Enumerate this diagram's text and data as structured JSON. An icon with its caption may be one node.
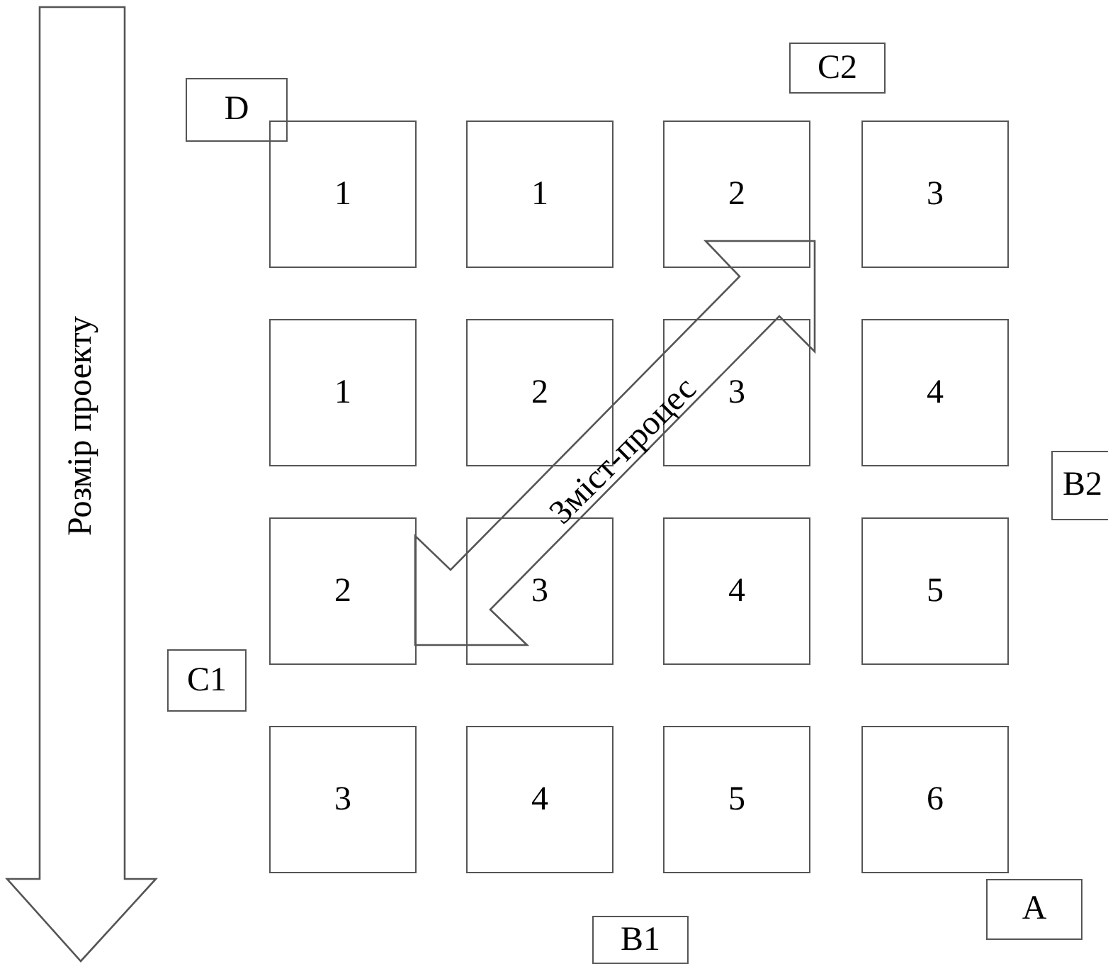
{
  "diagram": {
    "nodes": [
      {
        "text": [
          "C2"
        ]
      },
      {
        "text": [
          "D"
        ]
      },
      {
        "text": [
          "1"
        ]
      },
      {
        "text": [
          "1"
        ]
      },
      {
        "text": [
          "2"
        ]
      },
      {
        "text": [
          "3"
        ]
      },
      {
        "text": [
          "1"
        ]
      },
      {
        "text": [
          "2"
        ]
      },
      {
        "text": [
          "3"
        ]
      },
      {
        "text": [
          "4"
        ]
      },
      {
        "text": [
          "B2"
        ]
      },
      {
        "text": [
          "2"
        ]
      },
      {
        "text": [
          "3"
        ]
      },
      {
        "text": [
          "4"
        ]
      },
      {
        "text": [
          "5"
        ]
      },
      {
        "text": [
          "C1"
        ]
      },
      {
        "text": [
          "3"
        ]
      },
      {
        "text": [
          "4"
        ]
      },
      {
        "text": [
          "5"
        ]
      },
      {
        "text": [
          "6"
        ]
      },
      {
        "text": [
          "A"
        ]
      },
      {
        "text": [
          "B1"
        ]
      }
    ],
    "labels": [
      "Розмір проекту",
      "Зміст-процес"
    ]
  }
}
